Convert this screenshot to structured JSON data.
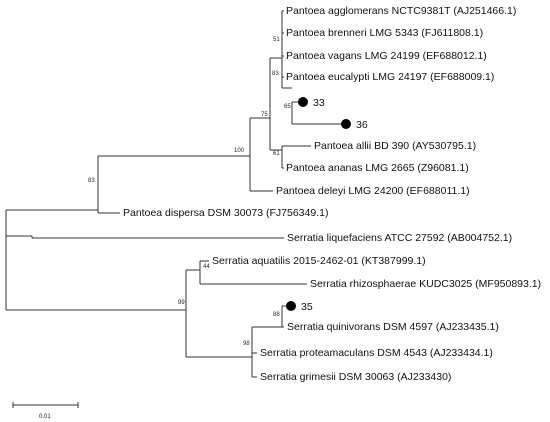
{
  "taxa": {
    "agglomerans": "Pantoea agglomerans NCTC9381T (AJ251466.1)",
    "brenneri": "Pantoea brenneri LMG 5343 (FJ611808.1)",
    "vagans": "Pantoea vagans LMG 24199 (EF688012.1)",
    "eucalypti": "Pantoea eucalypti LMG 24197 (EF688009.1)",
    "s33": "33",
    "s36": "36",
    "allii": "Pantoea allii BD 390 (AY530795.1)",
    "ananas": "Pantoea ananas LMG 2665 (Z96081.1)",
    "deleyi": "Pantoea deleyi LMG 24200 (EF688011.1)",
    "dispersa": "Pantoea dispersa DSM 30073 (FJ756349.1)",
    "liquefaciens": "Serratia liquefaciens ATCC 27592 (AB004752.1)",
    "aquatilis": "Serratia aquatilis 2015-2462-01 (KT387999.1)",
    "rhizosphaerae": "Serratia rhizosphaerae KUDC3025 (MF950893.1)",
    "s35": "35",
    "quinivorans": "Serratia quinivorans DSM 4597 (AJ233435.1)",
    "proteamaculans": "Serratia proteamaculans DSM 4543 (AJ233434.1)",
    "grimesii": "Serratia grimesii DSM 30063 (AJ233430)"
  },
  "bootstrap": {
    "n51": "51",
    "n83a": "83",
    "n65": "65",
    "n75": "75",
    "n61": "61",
    "n100": "100",
    "n83b": "83",
    "n44": "44",
    "n99": "99",
    "n88": "88",
    "n98": "98"
  },
  "scale_bar": {
    "label": "0.01",
    "length": 0.01
  },
  "marker_color": "#000000"
}
